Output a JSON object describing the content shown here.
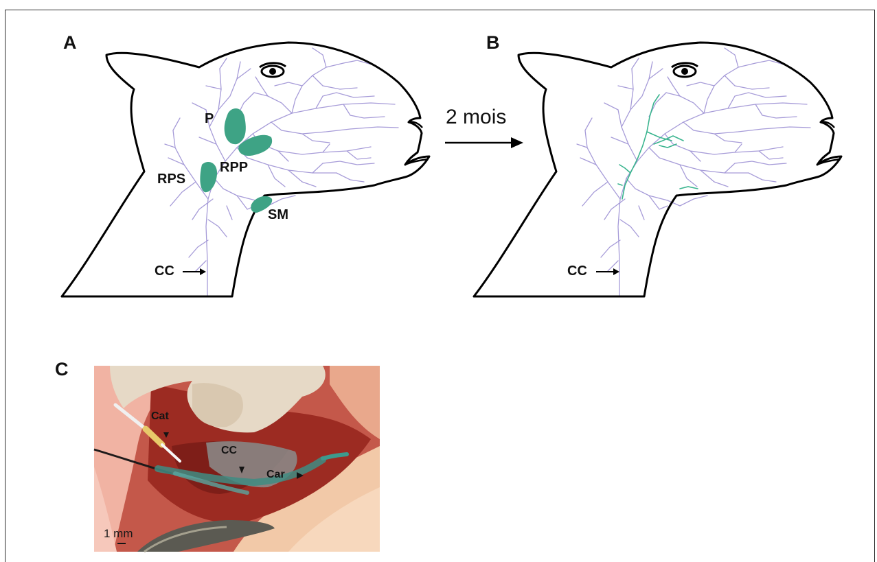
{
  "panels": {
    "a": {
      "letter": "A",
      "labels": {
        "p": "P",
        "rpp": "RPP",
        "rps": "RPS",
        "sm": "SM",
        "cc": "CC"
      }
    },
    "b": {
      "letter": "B",
      "labels": {
        "cc": "CC"
      }
    },
    "transition": {
      "label": "2 mois"
    },
    "c": {
      "letter": "C",
      "labels": {
        "cat": "Cat",
        "cc": "CC",
        "car": "Car",
        "scale": "1 mm"
      }
    }
  },
  "colors": {
    "outline": "#000000",
    "vessels": "#a69bd8",
    "lymph_nodes": "#3ea385",
    "lymph_vessels_b": "#39b48e",
    "background": "#ffffff"
  },
  "icons": {
    "arrow": "right-arrow-icon",
    "eye": "eye-icon"
  }
}
